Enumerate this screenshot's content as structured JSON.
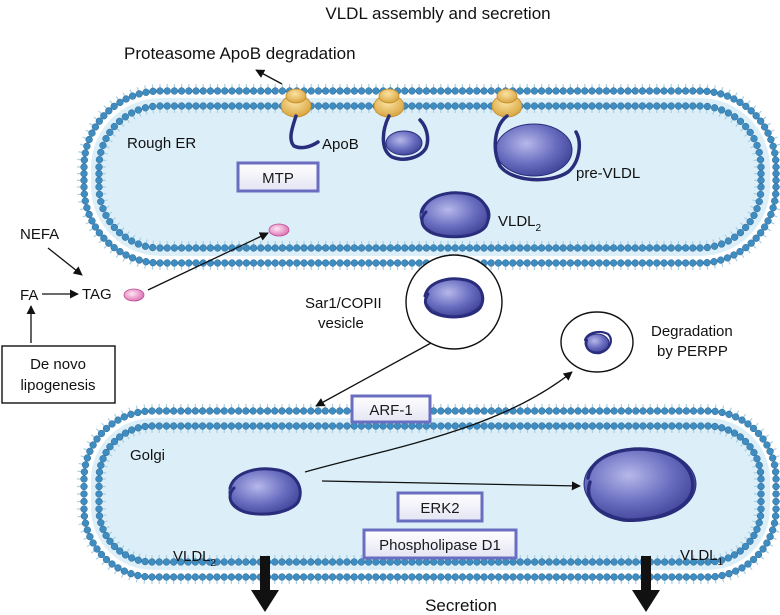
{
  "title": "VLDL assembly and secretion",
  "top_note": "Proteasome ApoB degradation",
  "er": {
    "label": "Rough ER",
    "apob": "ApoB",
    "pre_vldl": "pre-VLDL",
    "mtp": "MTP",
    "vldl2_main": "VLDL",
    "vldl2_sub": "2"
  },
  "left": {
    "nefa": "NEFA",
    "fa": "FA",
    "tag": "TAG",
    "denovo_line1": "De novo",
    "denovo_line2": "lipogenesis"
  },
  "vesicle": {
    "line1": "Sar1/COPII",
    "line2": "vesicle"
  },
  "degradation": {
    "line1": "Degradation",
    "line2": "by PERPP"
  },
  "arf": "ARF-1",
  "golgi": {
    "label": "Golgi",
    "vldl2_main": "VLDL",
    "vldl2_sub": "2",
    "vldl1_main": "VLDL",
    "vldl1_sub": "1",
    "erk2": "ERK2",
    "pld1": "Phospholipase D1"
  },
  "secretion": "Secretion",
  "colors": {
    "lumen": "#dceff8",
    "bead": "#3f8cc0",
    "tail": "#a9cfe3",
    "particle": "#5a5fb0",
    "ribbon": "#2a2d7c",
    "ribosome": "#e8b54a",
    "tag": "#e889c4"
  }
}
